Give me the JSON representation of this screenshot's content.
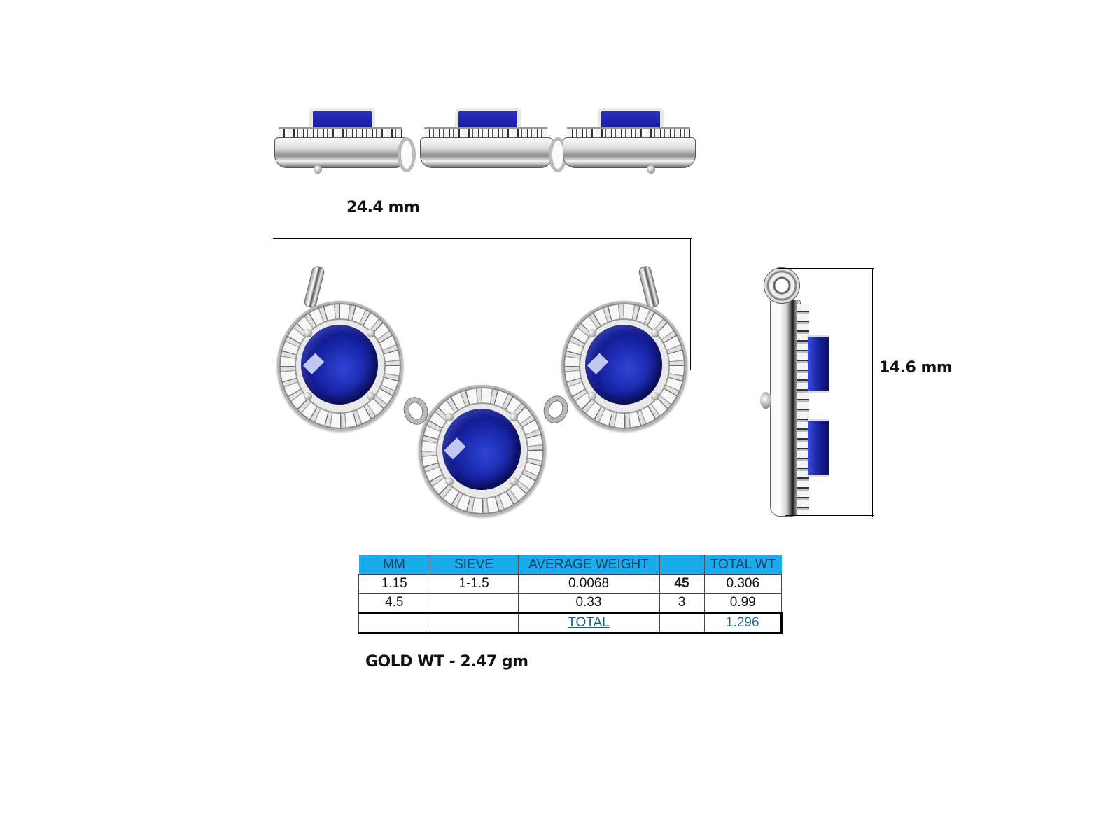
{
  "document": {
    "type": "jewelry-cad-spec-sheet",
    "subject": "Three-stone oval sapphire halo necklace"
  },
  "dimensions": {
    "width_label": "24.4 mm",
    "height_label": "14.6 mm"
  },
  "views": {
    "top_view": {
      "name": "top-view",
      "stones": 3
    },
    "front_view": {
      "name": "front-view",
      "stones": 3,
      "center_stone_color": "#1c2ab0",
      "halo_color": "#f2f2f2"
    },
    "side_view": {
      "name": "side-view"
    }
  },
  "weight_table": {
    "header_bg": "#1aabec",
    "headers": [
      "MM",
      "SIEVE",
      "AVERAGE WEIGHT",
      "",
      "TOTAL WT"
    ],
    "rows": [
      {
        "mm": "1.15",
        "sieve": "1-1.5",
        "avg_weight": "0.0068",
        "qty": "45",
        "total_wt": "0.306"
      },
      {
        "mm": "4.5",
        "sieve": "",
        "avg_weight": "0.33",
        "qty": "3",
        "total_wt": "0.99"
      }
    ],
    "total_row": {
      "mm": "",
      "sieve": "",
      "label": "TOTAL",
      "qty": "",
      "total_wt": "1.296"
    }
  },
  "gold_weight": "GOLD WT - 2.47 gm"
}
